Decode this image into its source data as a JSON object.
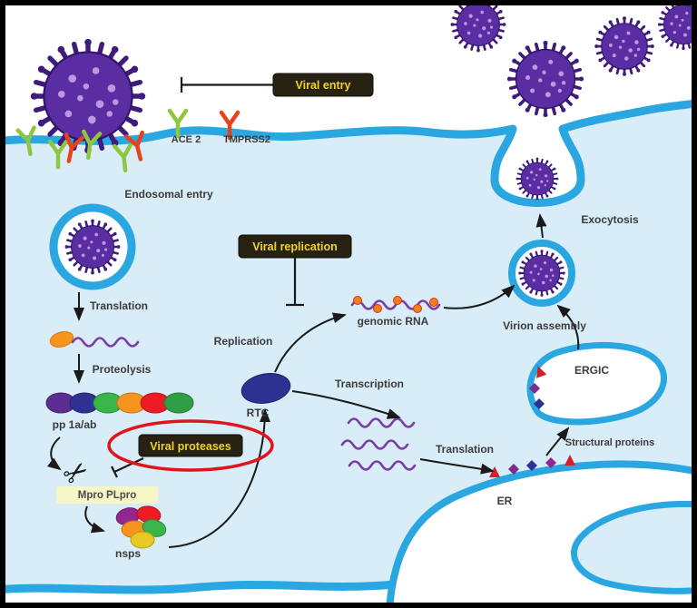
{
  "labels": {
    "viral_entry": "Viral entry",
    "ace2": "ACE 2",
    "tmprss2": "TMPRSS2",
    "endosomal_entry": "Endosomal entry",
    "translation_1": "Translation",
    "proteolysis": "Proteolysis",
    "pp1aab": "pp 1a/ab",
    "viral_proteases": "Viral proteases",
    "mpro_plpro": "Mpro PLpro",
    "nsps": "nsps",
    "rtc": "RTC",
    "replication": "Replication",
    "viral_replication": "Viral replication",
    "genomic_rna": "genomic RNA",
    "transcription": "Transcription",
    "translation_2": "Translation",
    "er": "ER",
    "structural_proteins": "Structural proteins",
    "ergic": "ERGIC",
    "virion_assembly": "Virion assembly",
    "exocytosis": "Exocytosis"
  },
  "icons": {
    "scissors": "✂"
  },
  "palette": {
    "membrane_blue": "#2aa7e0",
    "cytoplasm_blue": "#d8edf8",
    "virus_body_purple": "#5b2da3",
    "virus_spike_purple": "#3e1b7d",
    "label_box_bg": "#272112",
    "label_box_text": "#f2d41f",
    "inhibitor_red": "#e0151b",
    "ace2_green": "#8dc63f",
    "tmprss2_red": "#e8421c",
    "rtc_blue": "#2c3192",
    "rna_purple": "#7a3fa5",
    "protein_orange": "#f7941d",
    "highlight_yellow": "#f6f6c6"
  }
}
